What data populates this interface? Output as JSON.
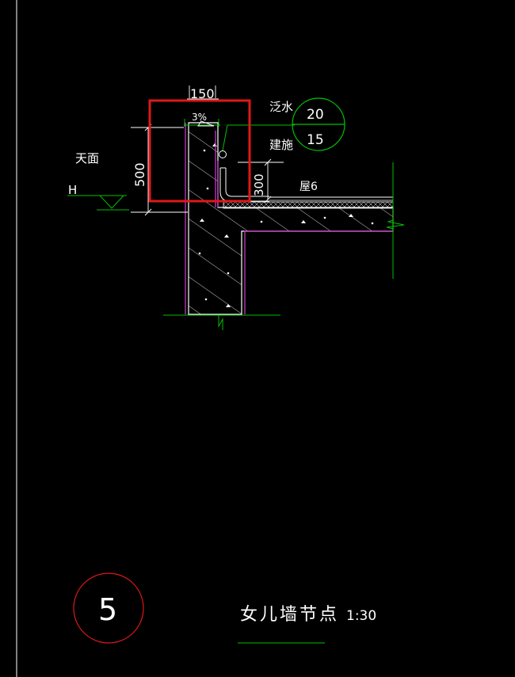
{
  "colors": {
    "background": "#000000",
    "line": "#ffffff",
    "green": "#00c000",
    "magenta": "#d040d0",
    "red": "#e01818"
  },
  "labels": {
    "dim_top": "150",
    "slope": "3%",
    "dim_height": "500",
    "dim_small": "300",
    "roof_level": "天面",
    "level_mark": "H",
    "callout_top": "泛水",
    "callout_bottom": "建施",
    "ref_number": "20",
    "ref_sheet": "15",
    "roof_type": "屋6"
  },
  "title_block": {
    "detail_number": "5",
    "title": "女儿墙节点",
    "scale": "1:30"
  }
}
